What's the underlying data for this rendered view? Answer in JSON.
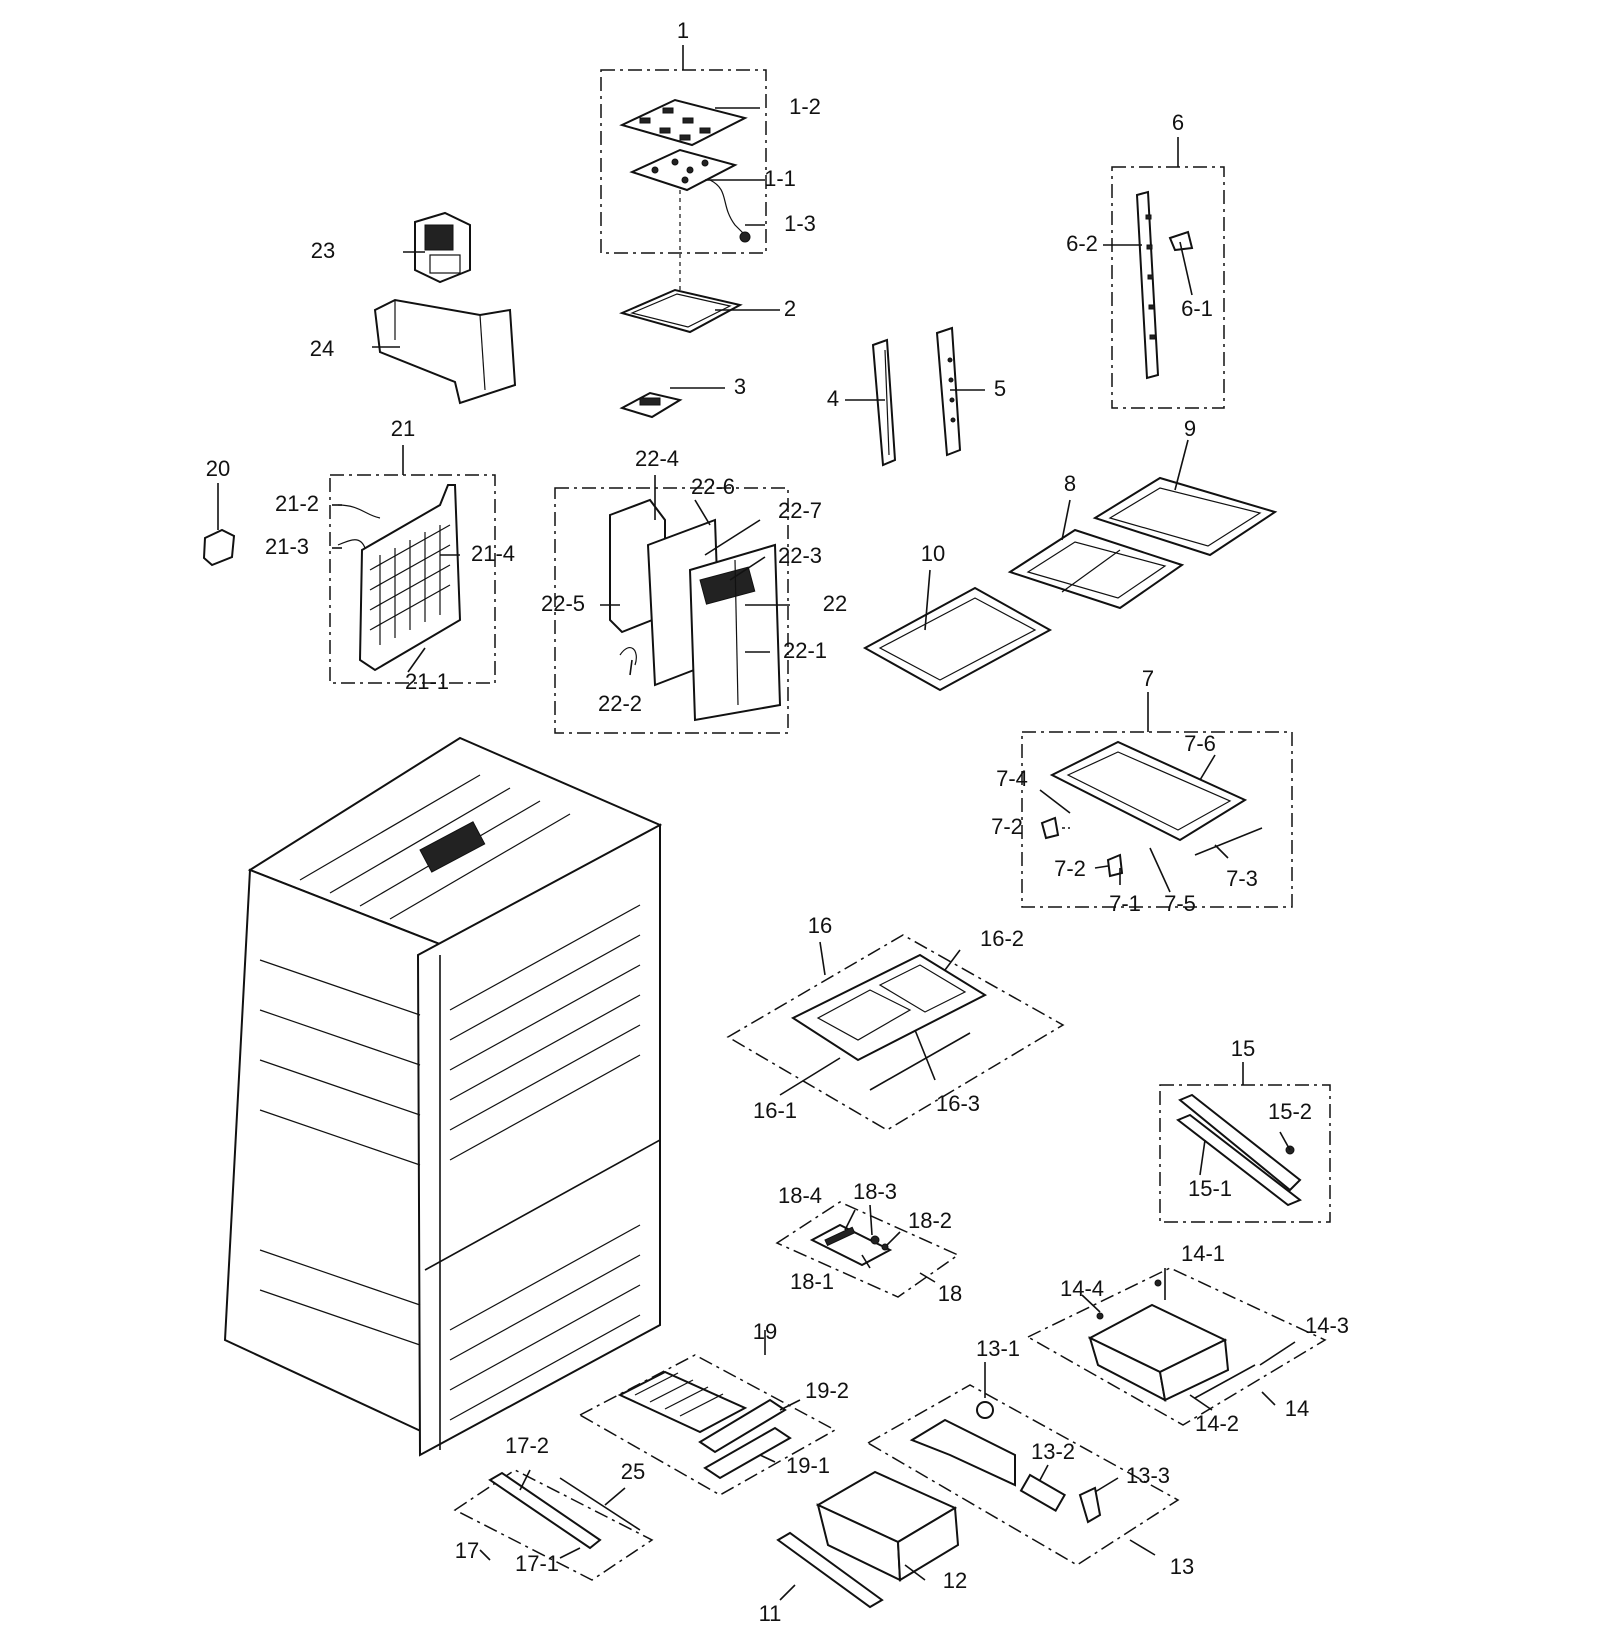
{
  "labels": [
    {
      "id": "1",
      "text": "1"
    },
    {
      "id": "1-2",
      "text": "1-2"
    },
    {
      "id": "1-1",
      "text": "1-1"
    },
    {
      "id": "1-3",
      "text": "1-3"
    },
    {
      "id": "2",
      "text": "2"
    },
    {
      "id": "3",
      "text": "3"
    },
    {
      "id": "4",
      "text": "4"
    },
    {
      "id": "5",
      "text": "5"
    },
    {
      "id": "6",
      "text": "6"
    },
    {
      "id": "6-2",
      "text": "6-2"
    },
    {
      "id": "6-1",
      "text": "6-1"
    },
    {
      "id": "7",
      "text": "7"
    },
    {
      "id": "7-6",
      "text": "7-6"
    },
    {
      "id": "7-4",
      "text": "7-4"
    },
    {
      "id": "7-2a",
      "text": "7-2"
    },
    {
      "id": "7-2b",
      "text": "7-2"
    },
    {
      "id": "7-3",
      "text": "7-3"
    },
    {
      "id": "7-1",
      "text": "7-1"
    },
    {
      "id": "7-5",
      "text": "7-5"
    },
    {
      "id": "8",
      "text": "8"
    },
    {
      "id": "9",
      "text": "9"
    },
    {
      "id": "10",
      "text": "10"
    },
    {
      "id": "11",
      "text": "11"
    },
    {
      "id": "12",
      "text": "12"
    },
    {
      "id": "13",
      "text": "13"
    },
    {
      "id": "13-1",
      "text": "13-1"
    },
    {
      "id": "13-2",
      "text": "13-2"
    },
    {
      "id": "13-3",
      "text": "13-3"
    },
    {
      "id": "14",
      "text": "14"
    },
    {
      "id": "14-1",
      "text": "14-1"
    },
    {
      "id": "14-2",
      "text": "14-2"
    },
    {
      "id": "14-3",
      "text": "14-3"
    },
    {
      "id": "14-4",
      "text": "14-4"
    },
    {
      "id": "15",
      "text": "15"
    },
    {
      "id": "15-1",
      "text": "15-1"
    },
    {
      "id": "15-2",
      "text": "15-2"
    },
    {
      "id": "16",
      "text": "16"
    },
    {
      "id": "16-1",
      "text": "16-1"
    },
    {
      "id": "16-2",
      "text": "16-2"
    },
    {
      "id": "16-3",
      "text": "16-3"
    },
    {
      "id": "17",
      "text": "17"
    },
    {
      "id": "17-1",
      "text": "17-1"
    },
    {
      "id": "17-2",
      "text": "17-2"
    },
    {
      "id": "18",
      "text": "18"
    },
    {
      "id": "18-1",
      "text": "18-1"
    },
    {
      "id": "18-2",
      "text": "18-2"
    },
    {
      "id": "18-3",
      "text": "18-3"
    },
    {
      "id": "18-4",
      "text": "18-4"
    },
    {
      "id": "19",
      "text": "19"
    },
    {
      "id": "19-1",
      "text": "19-1"
    },
    {
      "id": "19-2",
      "text": "19-2"
    },
    {
      "id": "20",
      "text": "20"
    },
    {
      "id": "21",
      "text": "21"
    },
    {
      "id": "21-1",
      "text": "21-1"
    },
    {
      "id": "21-2",
      "text": "21-2"
    },
    {
      "id": "21-3",
      "text": "21-3"
    },
    {
      "id": "21-4",
      "text": "21-4"
    },
    {
      "id": "22",
      "text": "22"
    },
    {
      "id": "22-1",
      "text": "22-1"
    },
    {
      "id": "22-2",
      "text": "22-2"
    },
    {
      "id": "22-3",
      "text": "22-3"
    },
    {
      "id": "22-4",
      "text": "22-4"
    },
    {
      "id": "22-5",
      "text": "22-5"
    },
    {
      "id": "22-6",
      "text": "22-6"
    },
    {
      "id": "22-7",
      "text": "22-7"
    },
    {
      "id": "23",
      "text": "23"
    },
    {
      "id": "24",
      "text": "24"
    },
    {
      "id": "25",
      "text": "25"
    }
  ]
}
